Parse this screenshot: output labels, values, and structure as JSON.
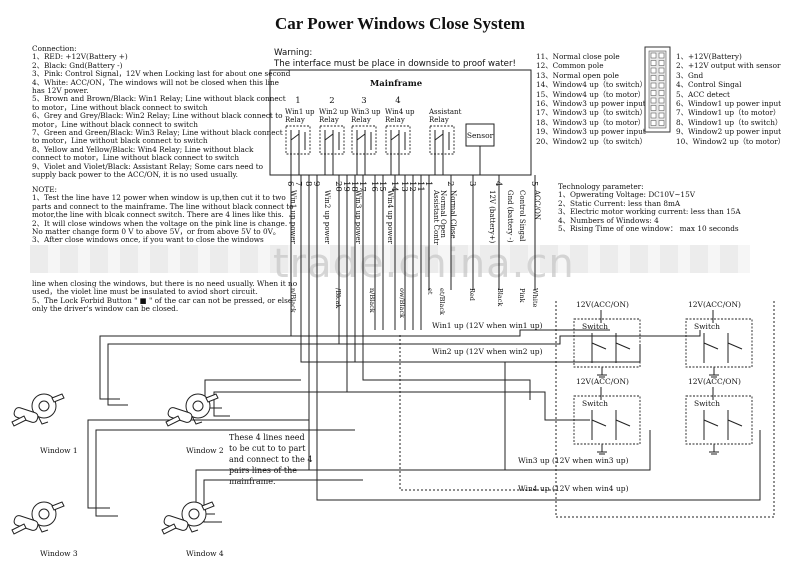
{
  "title": "Car Power Windows Close System",
  "warning": {
    "label": "Warning:",
    "text": "The interface must be place in downside to proof water!"
  },
  "connection": {
    "heading": "Connection:",
    "lines": [
      "1、RED:  +12V(Battery +)",
      "2、Black:  Gnd(Battery -)",
      "3、Pink:  Control Signal，12V when Locking last for about one second",
      "4、White:  ACC/ON，The windows will not be closed when this line",
      "has 12V power.",
      "5、Brown and Brown/Black:  Win1 Relay;  Line without black connect",
      "to motor，Line without black connect to switch",
      "6、Grey and Grey/Black:  Win2 Relay;  Line without black connect to",
      "motor，Line without black connect to switch",
      "7、Green and Green/Black:  Win3 Relay;  Line without black connect",
      "to motor，Line without black connect to switch",
      "8、Yellow and Yellow/Black:  Win4 Relay;  Line without black",
      "connect to motor，Line without black connect to switch",
      "9、Violet and Violet/Black:  Assistant Relay;  Some cars need to",
      "supply back power to the ACC/ON, it is no used usually."
    ]
  },
  "note": {
    "heading": "NOTE:",
    "lines": [
      "1、Test the line have 12 power when window is up,then cut it to two",
      "parts and connect to the mainframe. The line without black connect to",
      "motor,the line with blcak connect switch. There are 4 lines like this.",
      "2、It will close windows when the voltage on the pink line is change.",
      "No matter change form 0 V to above 5V，or from above 5V to 0V。",
      "3、After close windows once, if you want to close the windows"
    ],
    "lines_lower": [
      "line when closing the windows, but there is no need usually. When it no",
      "used，the violet line must be insulated to aviod short circuit.",
      "5、The Lock Forbid Button \" ■ \" of the car can not be pressed, or else",
      "only the driver's window can be closed."
    ]
  },
  "watermark": "trade.china.cn",
  "pins_mid": [
    "11、Normal close pole",
    "12、Common pole",
    "13、Normal open pole",
    "14、Window4 up（to switch）",
    "15、Window4 up（to motor）",
    "16、Window3 up power input",
    "17、Window3 up（to switch）",
    "18、Window3 up（to motor）",
    "19、Window3 up power input",
    "20、Window2 up（to switch）"
  ],
  "pins_right": [
    "1、+12V(Battery)",
    "2、+12V output with sensor",
    "3、Gnd",
    "4、Control Singal",
    "5、ACC detect",
    "6、Window1 up power input",
    "7、Window1 up（to motor）",
    "8、Window1 up（to switch）",
    "9、Window2 up power input",
    "10、Window2 up（to motor）"
  ],
  "mainframe": {
    "label": "Mainframe",
    "sensor": "Sensor",
    "relays": [
      {
        "num": "1",
        "label": "Win1 up Relay"
      },
      {
        "num": "2",
        "label": "Win2 up Relay"
      },
      {
        "num": "3",
        "label": "Win3 up Relay"
      },
      {
        "num": "4",
        "label": "Win4 up Relay"
      },
      {
        "num": "",
        "label": "Assistant Relay"
      }
    ],
    "pin_numbers": [
      "6",
      "7",
      "8",
      "9",
      "20",
      "19",
      "18",
      "17",
      "16",
      "15",
      "14",
      "13",
      "12",
      "11",
      "1",
      "2",
      "3",
      "4",
      "5"
    ]
  },
  "wire_labels": [
    "Win1 up power",
    "Win2 up power",
    "Win3 up power",
    "Win4 up power",
    "Assistant Contr",
    "Normal Open",
    "Normal Close",
    "12V (battery+)",
    "Gnd (battery -)",
    "Control Singal",
    "ACC/ON"
  ],
  "wire_colors": [
    "n/Black",
    "/Blcak",
    "n/Black",
    "ow/Black",
    "et",
    "et/Black",
    "Red",
    "Black",
    "Pink",
    "White"
  ],
  "tech": {
    "heading": "Technology parameter:",
    "lines": [
      "1、Opwerating Voltage:  DC10V~15V",
      "2、Static Current:  less than 8mA",
      "3、Electric motor working current:  less than 15A",
      "4、Numbers of Windows:  4",
      "5、Rising Time of one window：  max 10 seconds"
    ]
  },
  "switch_blocks": [
    {
      "supply": "12V(ACC/ON)",
      "label": "Switch"
    },
    {
      "supply": "12V(ACC/ON)",
      "label": "Switch"
    },
    {
      "supply": "12V(ACC/ON)",
      "label": "Switch"
    },
    {
      "supply": "12V(ACC/ON)",
      "label": "Switch"
    }
  ],
  "win_up_labels": [
    "Win1 up (12V when win1 up)",
    "Win2 up (12V when win2 up)",
    "Win3 up (12V when win3 up)",
    "Win4 up (12V when win4 up)"
  ],
  "windows": [
    "Window 1",
    "Window 2",
    "Window 3",
    "Window 4"
  ],
  "cut_note": [
    "These 4 lines need",
    "to be cut to to part",
    "and connect to the 4",
    "pairs lines of the",
    "mainframe."
  ]
}
